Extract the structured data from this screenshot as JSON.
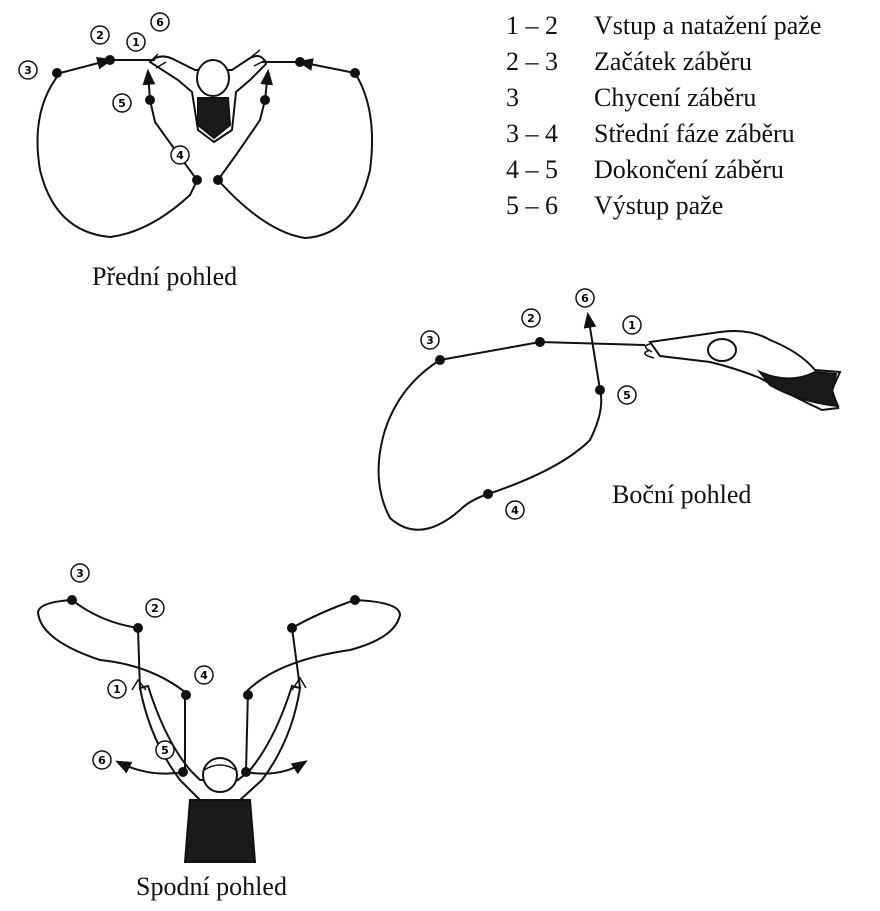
{
  "legend": [
    {
      "step": "1 – 2",
      "text": "Vstup a natažení paže"
    },
    {
      "step": "2 – 3",
      "text": "Začátek záběru"
    },
    {
      "step": "3",
      "text": "Chycení záběru"
    },
    {
      "step": "3 – 4",
      "text": "Střední fáze záběru"
    },
    {
      "step": "4 – 5",
      "text": "Dokončení záběru"
    },
    {
      "step": "5 – 6",
      "text": "Výstup paže"
    }
  ],
  "views": {
    "front": {
      "caption": "Přední pohled"
    },
    "side": {
      "caption": "Boční pohled"
    },
    "bottom": {
      "caption": "Spodní pohled"
    }
  },
  "markers": [
    "1",
    "2",
    "3",
    "4",
    "5",
    "6"
  ],
  "colors": {
    "ink": "#111111",
    "background": "#ffffff"
  }
}
